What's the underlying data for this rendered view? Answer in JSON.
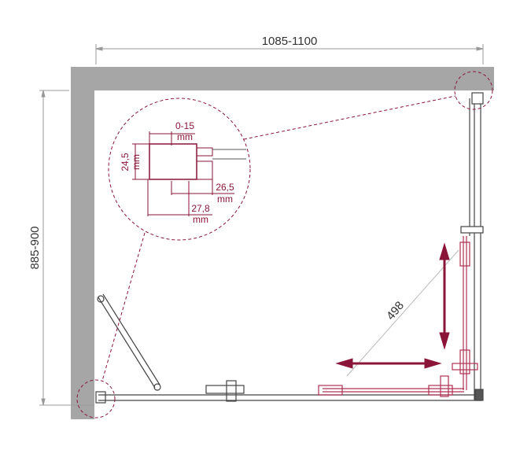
{
  "dimensions": {
    "width": "1085-1100",
    "depth": "885-900",
    "diagonal": "498"
  },
  "detail": {
    "gap": "0-15",
    "gap_unit": "mm",
    "height": "24,5",
    "height_unit": "mm",
    "profile_width": "26,5",
    "profile_width_unit": "mm",
    "total_width": "27,8",
    "total_width_unit": "mm"
  },
  "colors": {
    "wall": "#a6a6a6",
    "accent": "#8a1538",
    "line": "#333333"
  }
}
